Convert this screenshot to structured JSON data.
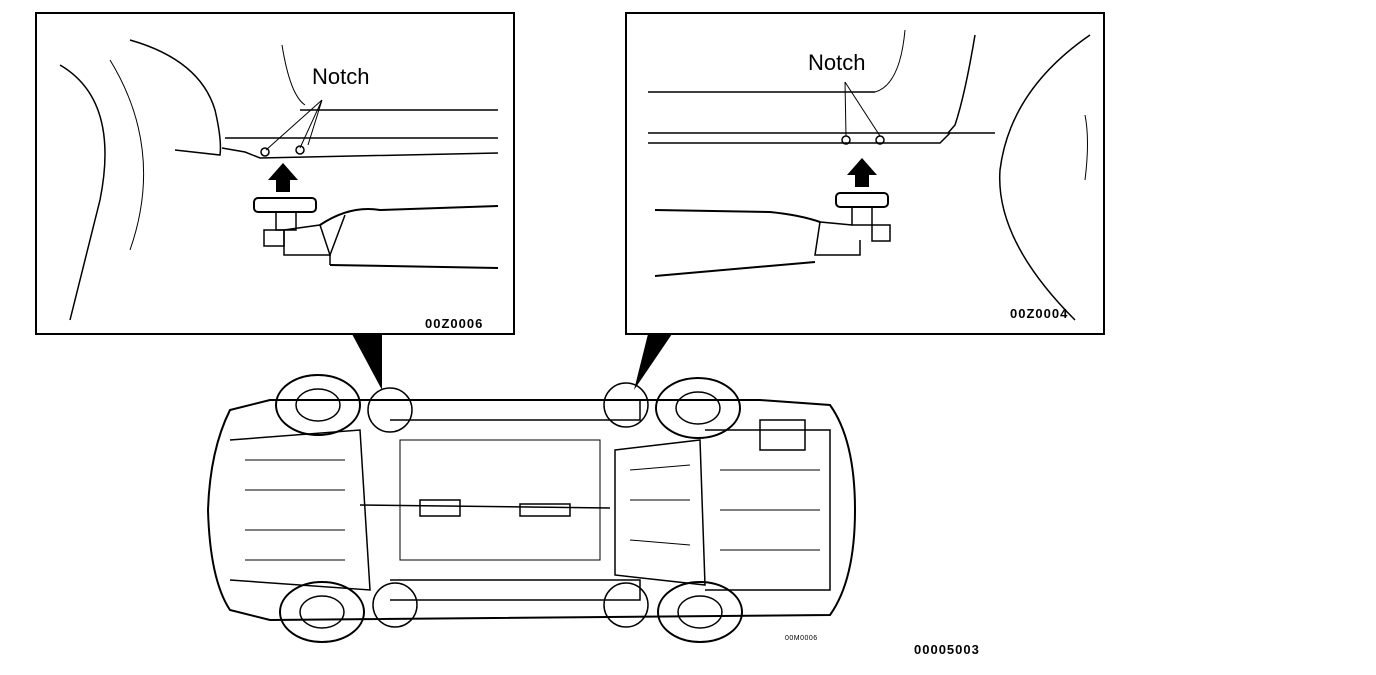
{
  "left_detail": {
    "callout_label": "Notch",
    "figure_code": "00Z0006"
  },
  "right_detail": {
    "callout_label": "Notch",
    "figure_code": "00Z0004"
  },
  "underbody": {
    "figure_code": "00M0006"
  },
  "overall_code": "00005003"
}
